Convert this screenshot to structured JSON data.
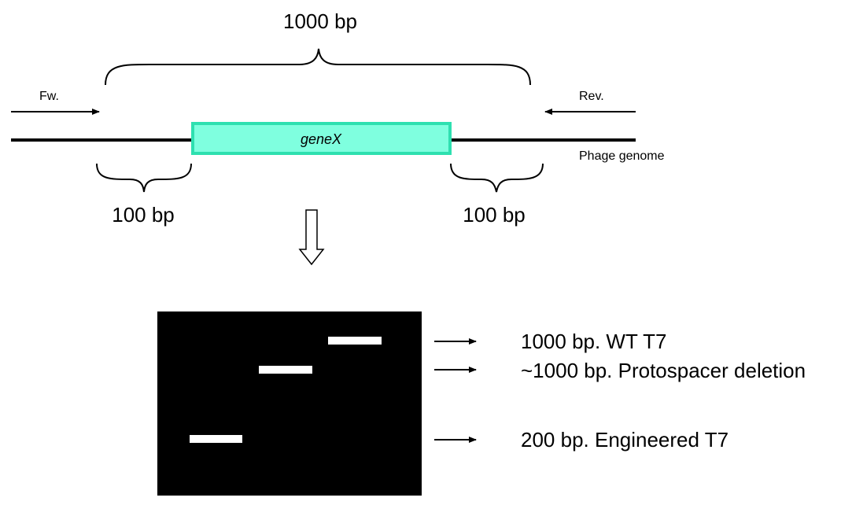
{
  "construct": {
    "total_length_label": "1000 bp",
    "forward_primer_label": "Fw.",
    "reverse_primer_label": "Rev.",
    "gene_label": "geneX",
    "genome_label": "Phage genome",
    "left_flank_label": "100 bp",
    "right_flank_label": "100 bp",
    "gene_fill_color": "#7fffdf",
    "gene_border_color": "#2ee0b0"
  },
  "gel": {
    "background_color": "#000000",
    "band_color": "#ffffff",
    "bands": [
      {
        "label": "1000 bp. WT T7"
      },
      {
        "label": "~1000 bp. Protospacer deletion"
      },
      {
        "label": "200 bp. Engineered T7"
      }
    ]
  }
}
